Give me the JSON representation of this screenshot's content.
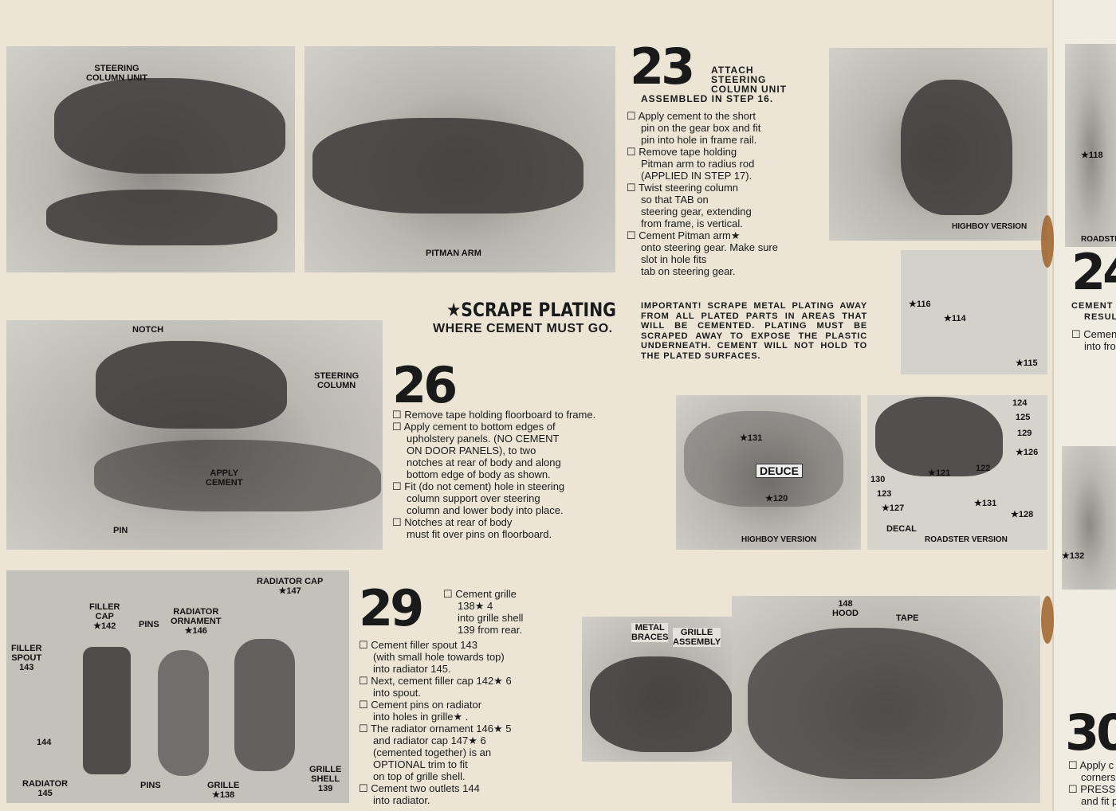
{
  "photo1": {
    "labels": [
      "STEERING\nCOLUMN UNIT"
    ]
  },
  "photo2": {
    "labels": [
      "PITMAN ARM"
    ]
  },
  "step23": {
    "number": "23",
    "heading": "ATTACH\nSTEERING\nCOLUMN UNIT",
    "heading2": "ASSEMBLED IN STEP 16.",
    "items": [
      "Apply cement to the short\npin on the gear box and fit\npin into hole in frame rail.",
      "Remove tape holding\nPitman arm to radius rod\n(APPLIED IN STEP 17).",
      "Twist steering column\nso that TAB on\nsteering gear, extending\nfrom frame, is vertical.",
      "Cement Pitman arm★\nonto steering gear. Make sure\nslot in hole fits\ntab on steering gear."
    ]
  },
  "scrape": {
    "title": "★SCRAPE PLATING",
    "subtitle": "WHERE CEMENT MUST GO.",
    "important": "IMPORTANT! SCRAPE METAL PLATING AWAY FROM ALL PLATED PARTS IN AREAS THAT WILL BE CEMENTED. PLATING MUST BE SCRAPED AWAY TO EXPOSE THE PLASTIC UNDERNEATH. CEMENT WILL NOT HOLD TO THE PLATED SURFACES."
  },
  "photo3": {
    "labels": [
      "HIGHBOY VERSION"
    ]
  },
  "photo4": {
    "labels": [
      "★116",
      "★114",
      "★115"
    ]
  },
  "photo5": {
    "labels": [
      "NOTCH",
      "STEERING\nCOLUMN",
      "APPLY\nCEMENT",
      "PIN"
    ]
  },
  "step26": {
    "number": "26",
    "items": [
      "Remove tape holding floorboard to frame.",
      "Apply cement to bottom edges of\nupholstery panels. (NO CEMENT\nON DOOR PANELS), to two\nnotches at rear of body and along\nbottom edge of body as shown.",
      "Fit (do not cement) hole in steering\ncolumn support over steering\ncolumn and lower body into place.",
      "Notches at rear of body\nmust fit over pins on floorboard."
    ]
  },
  "photo6": {
    "labels": [
      "★131",
      "DEUCE",
      "★120",
      "HIGHBOY VERSION"
    ]
  },
  "photo7": {
    "labels": [
      "124",
      "125",
      "129",
      "★126",
      "130",
      "★121",
      "122",
      "123",
      "★127",
      "★131",
      "★128",
      "DECAL",
      "ROADSTER VERSION"
    ]
  },
  "photo8": {
    "labels": [
      "RADIATOR CAP\n★147",
      "FILLER\nCAP\n★142",
      "PINS",
      "RADIATOR\nORNAMENT\n★146",
      "FILLER\nSPOUT\n143",
      "144",
      "RADIATOR\n145",
      "PINS",
      "GRILLE\n★138",
      "GRILLE\nSHELL\n139"
    ]
  },
  "step29": {
    "number": "29",
    "first": "Cement grille\n138★ 4\ninto grille shell\n139 from rear.",
    "items": [
      "Cement filler spout 143\n(with small hole towards top)\ninto radiator 145.",
      "Next, cement filler cap 142★ 6\ninto spout.",
      "Cement pins on radiator\ninto holes in grille★ .",
      "The radiator ornament 146★ 5\nand radiator cap 147★ 6\n(cemented together) is an\nOPTIONAL trim to fit\non top of grille shell.",
      "Cement two outlets 144\ninto radiator."
    ]
  },
  "photo9": {
    "labels": [
      "METAL\nBRACES",
      "GRILLE\nASSEMBLY"
    ]
  },
  "photo10": {
    "labels": [
      "148\nHOOD",
      "TAPE"
    ]
  },
  "right_page": {
    "labels": [
      "★118",
      "ROADSTE",
      "24",
      "CEMENT",
      "RESUL",
      "☐ Cemen",
      "into fro",
      "★132",
      "30",
      "☐ Apply c",
      "corners",
      "☐ PRESS",
      "and fit p"
    ]
  }
}
